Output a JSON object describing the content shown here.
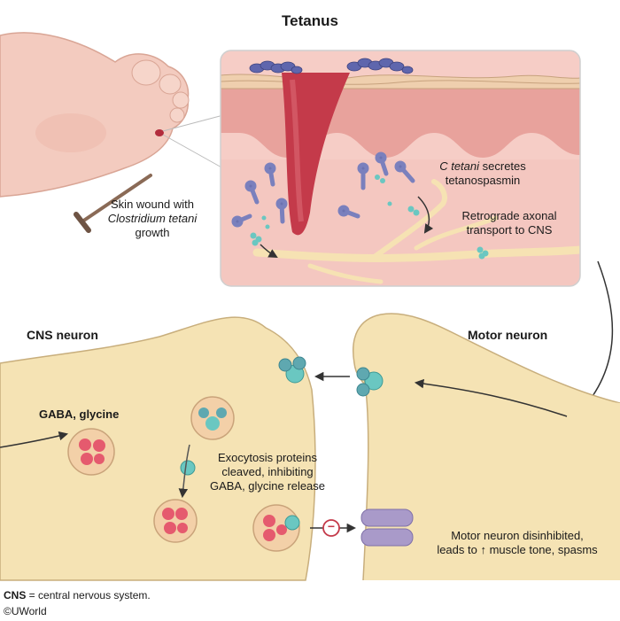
{
  "title": "Tetanus",
  "labels": {
    "skin_wound_line1": "Skin wound with",
    "skin_wound_species": "Clostridium tetani",
    "skin_wound_line3": "growth",
    "secretes_species": "C tetani",
    "secretes_rest": " secretes",
    "secretes_line2": "tetanospasmin",
    "retrograde_line1": "Retrograde axonal",
    "retrograde_line2": "transport to CNS",
    "cns_neuron": "CNS neuron",
    "motor_neuron": "Motor neuron",
    "gaba_glycine": "GABA, glycine",
    "exocytosis_line1": "Exocytosis proteins",
    "exocytosis_line2": "cleaved, inhibiting",
    "exocytosis_line3": "GABA, glycine release",
    "disinhibited_line1": "Motor neuron disinhibited,",
    "disinhibited_line2": "leads to ↑ muscle tone, spasms",
    "inhibition_symbol": "−"
  },
  "footnote": {
    "abbr": "CNS",
    "definition": " = central nervous system.",
    "copyright": "©UWorld"
  },
  "colors": {
    "neuron": "#f5e3b4",
    "neuron_outline": "#c8ae7c",
    "dermis": "#f2b9b3",
    "epidermis": "#e59a94",
    "wound": "#c43a4a",
    "bacteria": "#6c72b0",
    "toxin": "#6ac7c1",
    "vesicle": "#e55a6e",
    "receptor": "#a99ac9",
    "inhibit": "#c43a4a"
  }
}
